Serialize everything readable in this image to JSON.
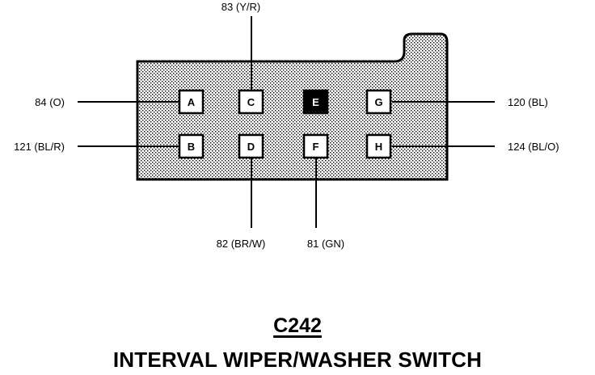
{
  "connector": {
    "id": "C242",
    "title": "INTERVAL WIPER/WASHER SWITCH",
    "housing_color": "#a8a8a8",
    "outline_color": "#000000"
  },
  "pins": [
    {
      "letter": "A",
      "circuit": "84 (O)",
      "side": "left",
      "filled": false
    },
    {
      "letter": "B",
      "circuit": "121 (BL/R)",
      "side": "left",
      "filled": false
    },
    {
      "letter": "C",
      "circuit": "83 (Y/R)",
      "side": "top",
      "filled": false
    },
    {
      "letter": "D",
      "circuit": "82 (BR/W)",
      "side": "bottom",
      "filled": false
    },
    {
      "letter": "E",
      "circuit": "",
      "side": "none",
      "filled": true
    },
    {
      "letter": "F",
      "circuit": "81 (GN)",
      "side": "bottom",
      "filled": false
    },
    {
      "letter": "G",
      "circuit": "120 (BL)",
      "side": "right",
      "filled": false
    },
    {
      "letter": "H",
      "circuit": "124 (BL/O)",
      "side": "right",
      "filled": false
    }
  ]
}
